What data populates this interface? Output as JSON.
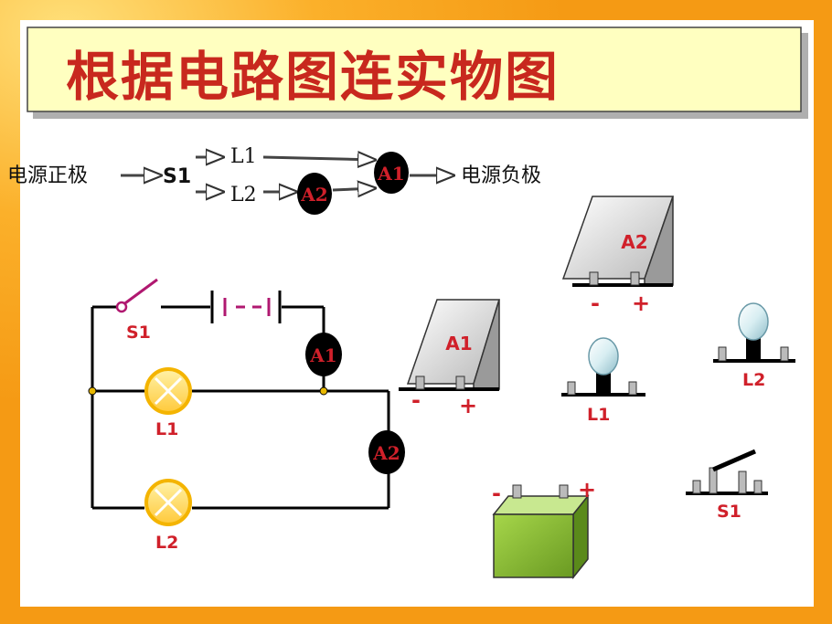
{
  "title": "根据电路图连实物图",
  "flow": {
    "source_positive": "电源正极",
    "switch": "S1",
    "lamp1": "L1",
    "lamp2": "L2",
    "ammeter1": "A1",
    "ammeter2": "A2",
    "source_negative": "电源负极"
  },
  "circuit": {
    "switch_label": "S1",
    "lamp1_label": "L1",
    "lamp2_label": "L2",
    "ammeter1_label": "A1",
    "ammeter2_label": "A2"
  },
  "components": {
    "ammeter_a2": {
      "label": "A2",
      "minus": "-",
      "plus": "+"
    },
    "ammeter_a1": {
      "label": "A1",
      "minus": "-",
      "plus": "+"
    },
    "lamp_l1": {
      "label": "L1"
    },
    "lamp_l2": {
      "label": "L2"
    },
    "battery": {
      "minus": "-",
      "plus": "+"
    },
    "switch_s1": {
      "label": "S1"
    }
  },
  "colors": {
    "background": "#f7a21a",
    "panel": "#ffffff",
    "title_box": "#ffffc0",
    "title_text": "#c8281e",
    "label_red": "#d0202a",
    "wire": "#000000",
    "switch_wire": "#b01870",
    "lamp_fill": "#ffd24a",
    "battery_green": "#8cc63f",
    "meter_gray": "#c8c8c8"
  }
}
